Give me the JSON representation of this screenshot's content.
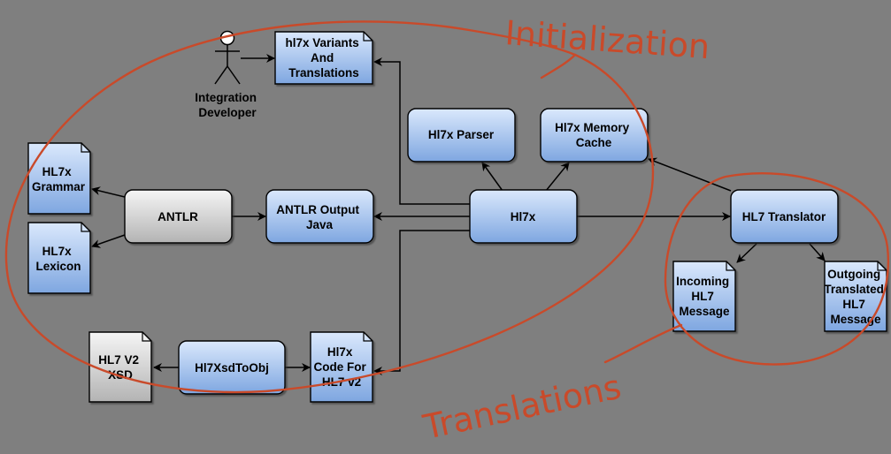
{
  "nodes": {
    "antlr": "ANTLR",
    "antlr_output": [
      "ANTLR Output",
      "Java"
    ],
    "hl7x": "Hl7x",
    "hl7x_parser": "Hl7x Parser",
    "hl7x_memory_cache": [
      "Hl7x Memory",
      "Cache"
    ],
    "hl7_translator": "HL7 Translator",
    "hl7xsd_to_obj": "Hl7XsdToObj"
  },
  "documents": {
    "hl7x_grammar": [
      "HL7x",
      "Grammar"
    ],
    "hl7x_lexicon": [
      "HL7x",
      "Lexicon"
    ],
    "hl7x_variants": [
      "hl7x Variants",
      "And",
      "Translations"
    ],
    "hl7_v2_xsd": [
      "HL7 V2",
      "XSD"
    ],
    "hl7x_code_v2": [
      "Hl7x",
      "Code For",
      "HL7 v2"
    ],
    "incoming_hl7": [
      "Incoming",
      "HL7",
      "Message"
    ],
    "outgoing_hl7": [
      "Outgoing",
      "Translated",
      "HL7",
      "Message"
    ]
  },
  "actor": [
    "Integration",
    "Developer"
  ],
  "annotations": {
    "initialization": "Initialization",
    "translations": "Translations"
  },
  "colors": {
    "background": "#7f7f7f",
    "blue_box_top": "#dae8fc",
    "blue_box_bottom": "#7ea6e0",
    "gray_box_top": "#f5f5f5",
    "gray_box_bottom": "#b3b3b3",
    "annotation": "#c94a2a"
  }
}
